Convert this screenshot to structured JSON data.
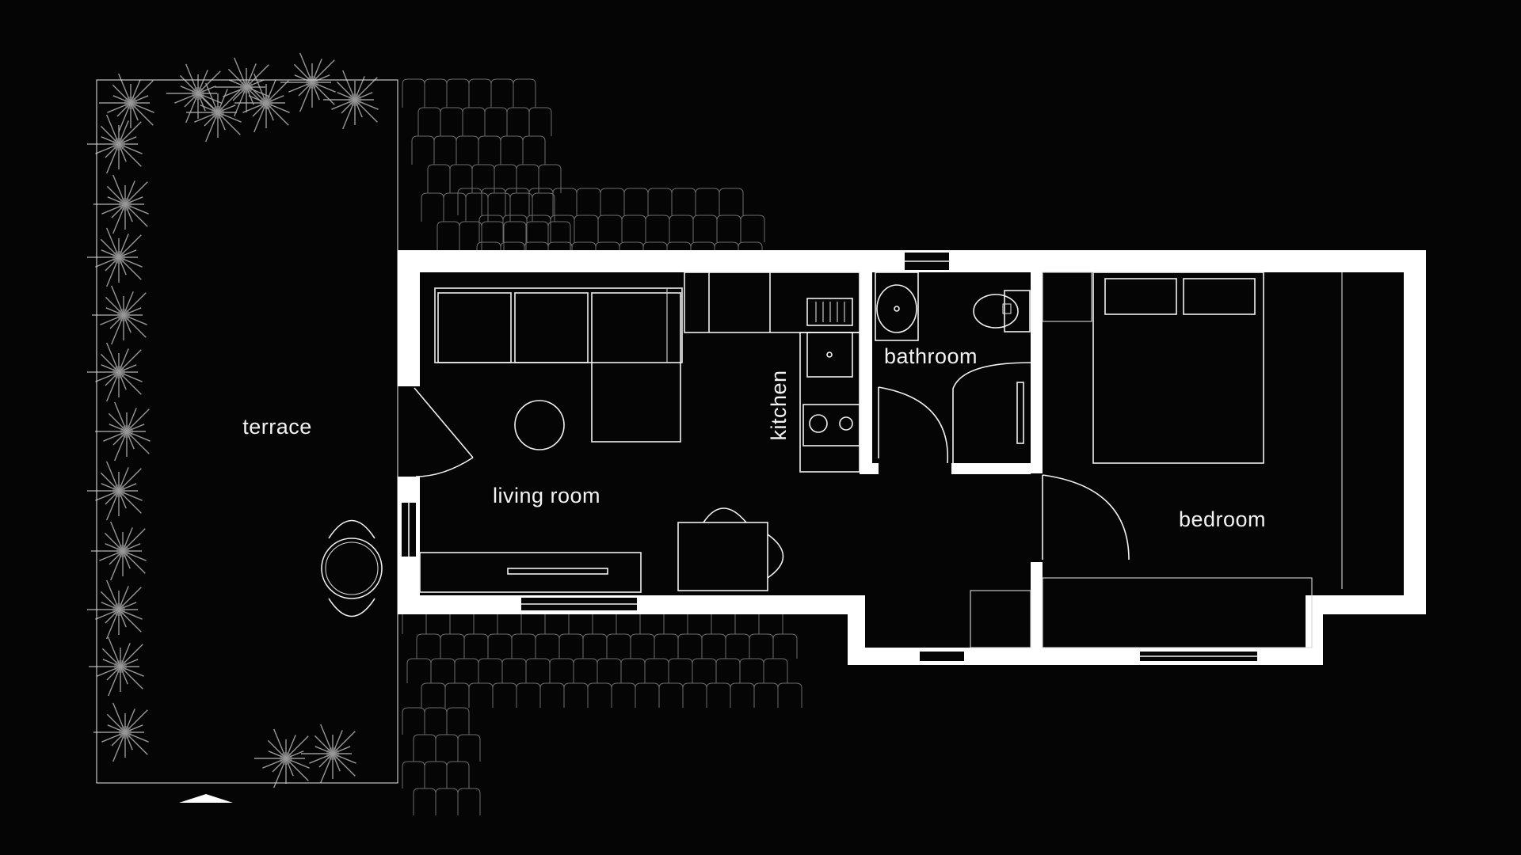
{
  "rooms": {
    "terrace": "terrace",
    "living_room": "living room",
    "kitchen": "kitchen",
    "bathroom": "bathroom",
    "bedroom": "bedroom"
  }
}
